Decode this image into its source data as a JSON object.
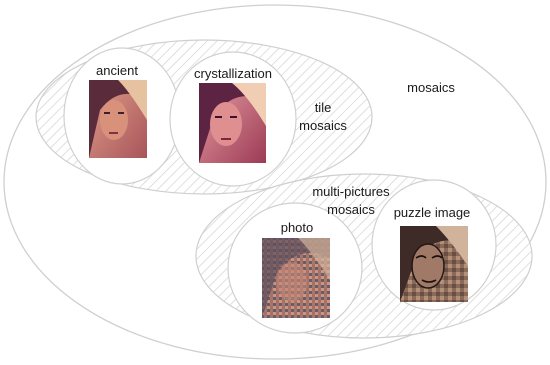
{
  "diagram": {
    "outer_label": "mosaics",
    "tile_group": {
      "label_line1": "tile",
      "label_line2": "mosaics",
      "items": [
        {
          "label": "ancient",
          "image": "lena-portrait-ancient-mosaic"
        },
        {
          "label": "crystallization",
          "image": "lena-portrait-crystallization-mosaic"
        }
      ]
    },
    "multi_group": {
      "label_line1": "multi-pictures",
      "label_line2": "mosaics",
      "items": [
        {
          "label": "photo",
          "image": "lena-portrait-photo-mosaic"
        },
        {
          "label": "puzzle image",
          "image": "lena-portrait-puzzle-image-mosaic"
        }
      ]
    },
    "colors": {
      "outline": "#cfcfcf",
      "hatch": "#d6d6d6",
      "circle_fill": "#ffffff"
    }
  }
}
